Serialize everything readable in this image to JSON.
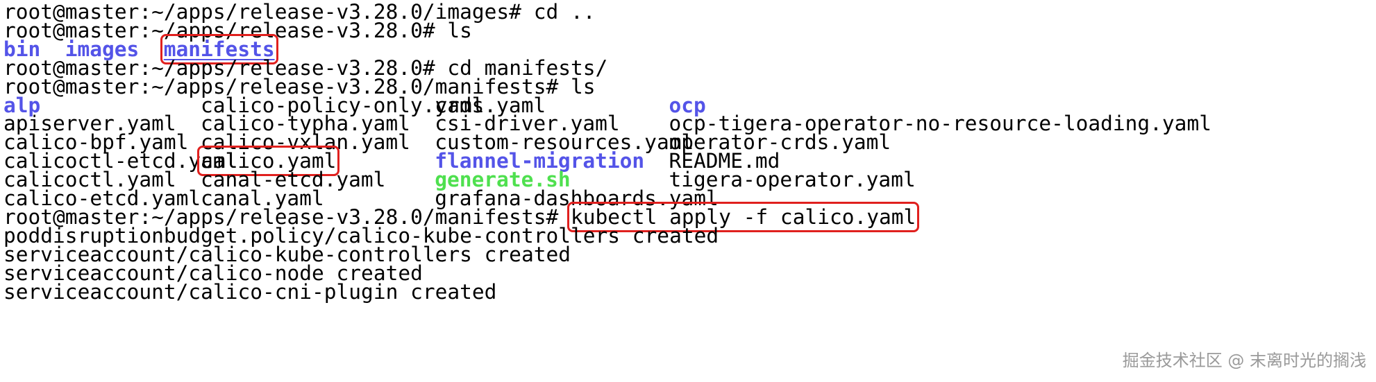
{
  "terminal": {
    "lines": [
      {
        "type": "cmd",
        "prompt": "root@master:~/apps/release-v3.28.0/images#",
        "command": "cd .."
      },
      {
        "type": "cmd",
        "prompt": "root@master:~/apps/release-v3.28.0#",
        "command": "ls"
      },
      {
        "type": "listing",
        "cells": [
          {
            "text": "bin",
            "kind": "dir",
            "col": 0
          },
          {
            "text": "images",
            "kind": "dir",
            "col": 1
          },
          {
            "text": "manifests",
            "kind": "dir",
            "col": 2,
            "highlight": true,
            "underline": true
          }
        ]
      },
      {
        "type": "cmd",
        "prompt": "root@master:~/apps/release-v3.28.0#",
        "command": "cd manifests/"
      },
      {
        "type": "cmd",
        "prompt": "root@master:~/apps/release-v3.28.0/manifests#",
        "command": "ls"
      },
      {
        "type": "grid",
        "cells": [
          {
            "text": "alp",
            "kind": "dir",
            "col": 0
          },
          {
            "text": "calico-policy-only.yaml",
            "kind": "file",
            "col": 1
          },
          {
            "text": "crds.yaml",
            "kind": "file",
            "col": 2
          },
          {
            "text": "ocp",
            "kind": "dir",
            "col": 3
          }
        ]
      },
      {
        "type": "grid",
        "cells": [
          {
            "text": "apiserver.yaml",
            "kind": "file",
            "col": 0
          },
          {
            "text": "calico-typha.yaml",
            "kind": "file",
            "col": 1
          },
          {
            "text": "csi-driver.yaml",
            "kind": "file",
            "col": 2
          },
          {
            "text": "ocp-tigera-operator-no-resource-loading.yaml",
            "kind": "file",
            "col": 3
          }
        ]
      },
      {
        "type": "grid",
        "cells": [
          {
            "text": "calico-bpf.yaml",
            "kind": "file",
            "col": 0
          },
          {
            "text": "calico-vxlan.yaml",
            "kind": "file",
            "col": 1
          },
          {
            "text": "custom-resources.yaml",
            "kind": "file",
            "col": 2
          },
          {
            "text": "operator-crds.yaml",
            "kind": "file",
            "col": 3
          }
        ]
      },
      {
        "type": "grid",
        "cells": [
          {
            "text": "calicoctl-etcd.yaml",
            "kind": "file",
            "col": 0
          },
          {
            "text": "calico.yaml",
            "kind": "file",
            "col": 1,
            "highlight": true
          },
          {
            "text": "flannel-migration",
            "kind": "dir",
            "col": 2
          },
          {
            "text": "README.md",
            "kind": "file",
            "col": 3
          }
        ]
      },
      {
        "type": "grid",
        "cells": [
          {
            "text": "calicoctl.yaml",
            "kind": "file",
            "col": 0
          },
          {
            "text": "canal-etcd.yaml",
            "kind": "file",
            "col": 1
          },
          {
            "text": "generate.sh",
            "kind": "exec",
            "col": 2
          },
          {
            "text": "tigera-operator.yaml",
            "kind": "file",
            "col": 3
          }
        ]
      },
      {
        "type": "grid",
        "cells": [
          {
            "text": "calico-etcd.yaml",
            "kind": "file",
            "col": 0
          },
          {
            "text": "canal.yaml",
            "kind": "file",
            "col": 1
          },
          {
            "text": "grafana-dashboards.yaml",
            "kind": "file",
            "col": 2
          }
        ]
      },
      {
        "type": "cmd",
        "prompt": "root@master:~/apps/release-v3.28.0/manifests#",
        "command": "kubectl apply -f calico.yaml",
        "highlight": true
      },
      {
        "type": "out",
        "text": "poddisruptionbudget.policy/calico-kube-controllers created"
      },
      {
        "type": "out",
        "text": "serviceaccount/calico-kube-controllers created"
      },
      {
        "type": "out",
        "text": "serviceaccount/calico-node created"
      },
      {
        "type": "out",
        "text": "serviceaccount/calico-cni-plugin created"
      }
    ]
  },
  "watermark": "掘金技术社区 @ 末离时光的搁浅",
  "colors": {
    "background": "#ffffff",
    "text": "#000000",
    "directory": "#5454e8",
    "executable": "#4fe04f",
    "highlight_box": "#e0201e",
    "watermark": "#9a9a9a"
  }
}
